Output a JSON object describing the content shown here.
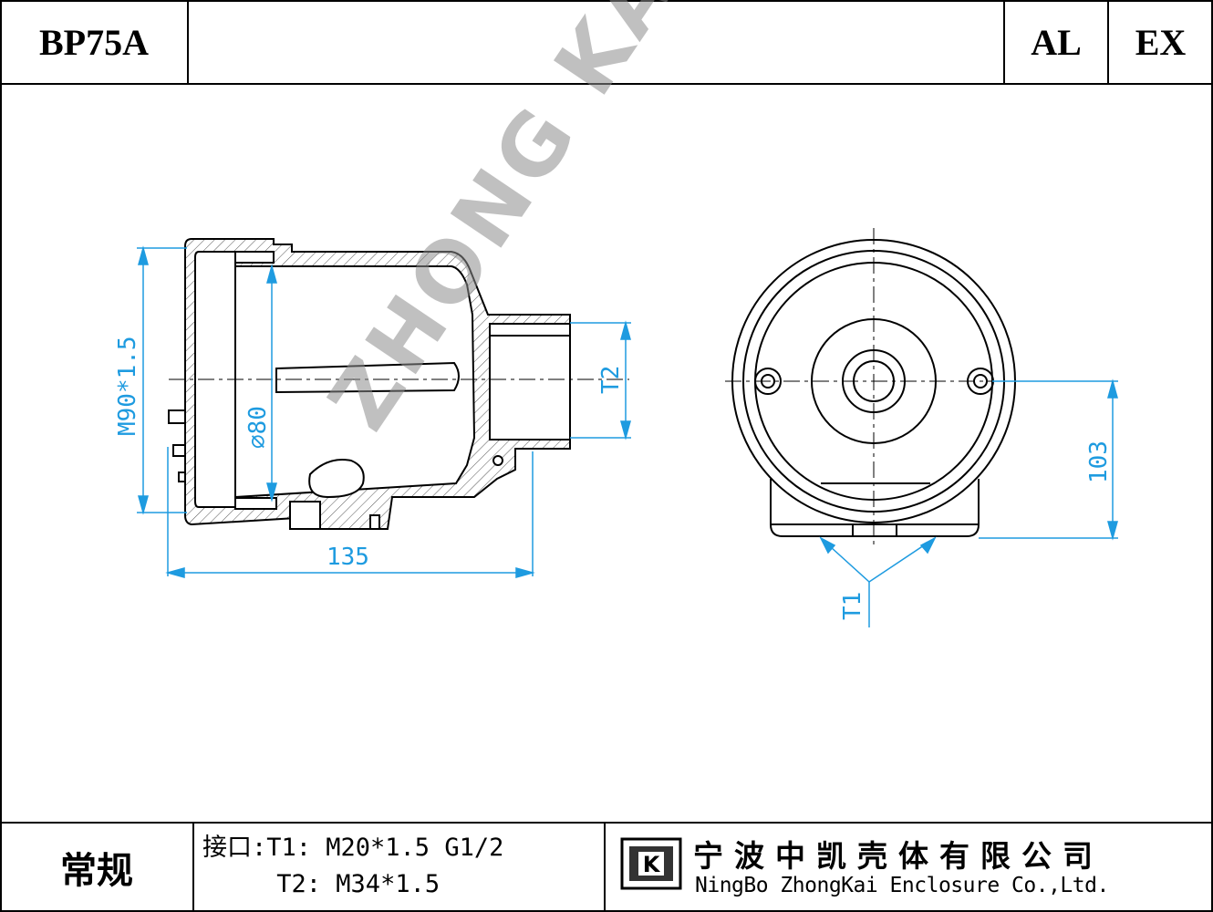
{
  "title_block": {
    "model": "BP75A",
    "tag_al": "AL",
    "tag_ex": "EX",
    "category": "常规",
    "ports_line1": "接口:T1: M20*1.5 G1/2",
    "ports_line2": "     T2: M34*1.5",
    "company_cn": "宁波中凯壳体有限公司",
    "company_en": "NingBo ZhongKai Enclosure Co.,Ltd."
  },
  "dimensions": {
    "thread": "M90*1.5",
    "diameter": "⌀80",
    "length": "135",
    "t2": "T2",
    "height": "103",
    "t1": "T1"
  },
  "watermark": "ZHONG KAI",
  "colors": {
    "dimension": "#1e9be0",
    "line": "#000000",
    "watermark": "#8c8c8c"
  }
}
